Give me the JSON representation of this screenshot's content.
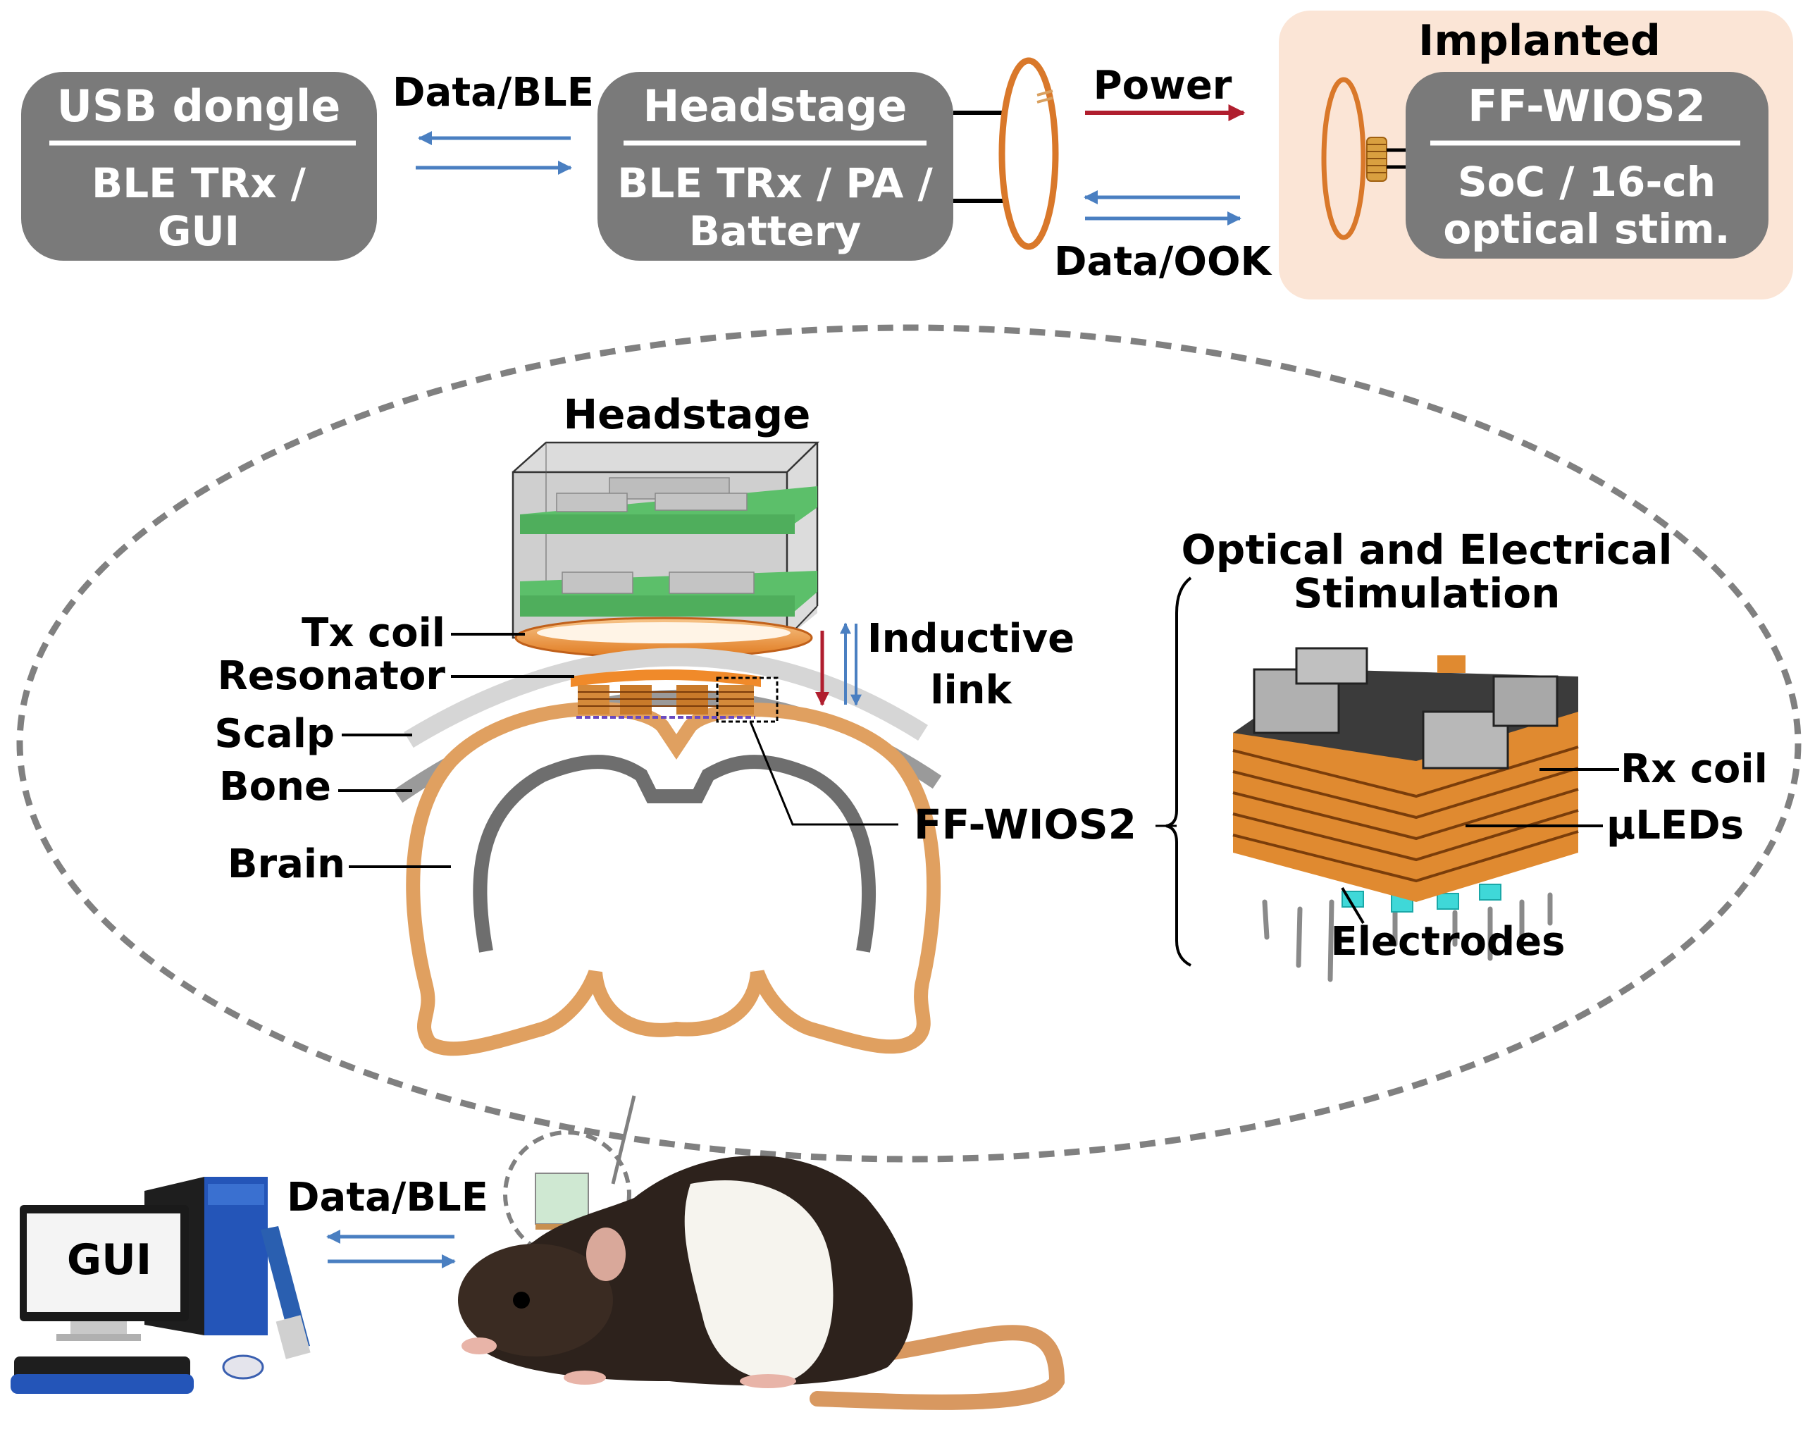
{
  "colors": {
    "box_fill": "#7a7a7a",
    "box_text": "#ffffff",
    "implant_bg": "#fbe5d6",
    "coil": "#d9782a",
    "power_arrow": "#b01e2e",
    "data_arrow": "#4a7fc1",
    "dashed": "#808080",
    "pcb_green": "#5cbf6a",
    "scalp": "#d6d6d6",
    "bone": "#9a9a9a",
    "brain_outline": "#e0a060",
    "brain_inner": "#6e6e6e",
    "led_cyan": "#3fd8d8"
  },
  "block_diagram": {
    "usb_dongle": {
      "title": "USB dongle",
      "line1": "BLE TRx /",
      "line2": "GUI"
    },
    "link_ble": {
      "label": "Data/BLE"
    },
    "headstage": {
      "title": "Headstage",
      "line1": "BLE TRx / PA /",
      "line2": "Battery"
    },
    "power": {
      "label": "Power"
    },
    "data_ook": {
      "label": "Data/OOK"
    },
    "implanted": {
      "label": "Implanted",
      "device": {
        "title": "FF-WIOS2",
        "line1": "SoC / 16-ch",
        "line2": "optical stim."
      }
    }
  },
  "cross_section": {
    "headstage_label": "Headstage",
    "tx_coil": "Tx coil",
    "resonator": "Resonator",
    "scalp": "Scalp",
    "bone": "Bone",
    "brain": "Brain",
    "inductive_link_line1": "Inductive",
    "inductive_link_line2": "link",
    "ff_wios2": "FF-WIOS2"
  },
  "chip_detail": {
    "title_line1": "Optical and Electrical",
    "title_line2": "Stimulation",
    "rx_coil": "Rx coil",
    "uleds": "μLEDs",
    "electrodes": "Electrodes"
  },
  "bottom": {
    "gui_label": "GUI",
    "link_ble": "Data/BLE"
  }
}
